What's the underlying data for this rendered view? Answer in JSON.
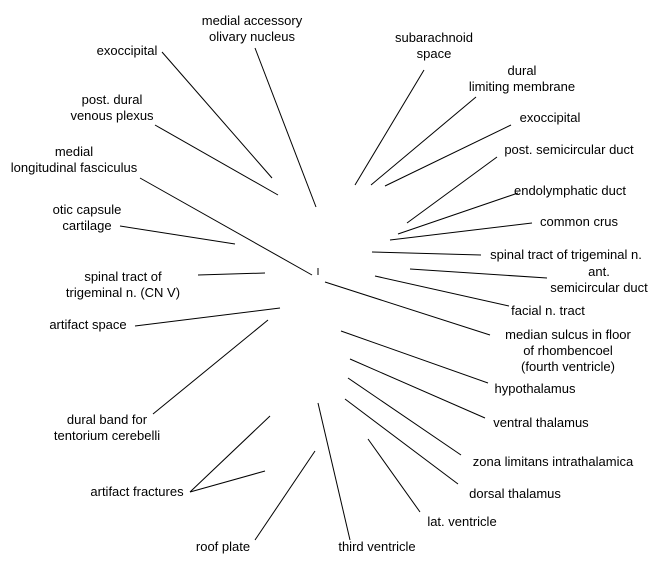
{
  "labels": {
    "medial_accessory_olivary_nucleus": [
      "medial accessory",
      "olivary nucleus"
    ],
    "exoccipital_left": [
      "exoccipital"
    ],
    "post_dural_venous_plexus": [
      "post. dural",
      "venous plexus"
    ],
    "medial_longitudinal_fasciculus": [
      "medial",
      "longitudinal fasciculus"
    ],
    "otic_capsule_cartilage": [
      "otic capsule",
      "cartilage"
    ],
    "spinal_tract_trigeminal_cn_v": [
      "spinal tract of",
      "trigeminal n. (CN V)"
    ],
    "artifact_space": [
      "artifact space"
    ],
    "dural_band_tentorium": [
      "dural band for",
      "tentorium cerebelli"
    ],
    "artifact_fractures": [
      "artifact fractures"
    ],
    "roof_plate": [
      "roof plate"
    ],
    "third_ventricle": [
      "third ventricle"
    ],
    "subarachnoid_space": [
      "subarachnoid",
      "space"
    ],
    "dural_limiting_membrane": [
      "dural",
      "limiting membrane"
    ],
    "exoccipital_right": [
      "exoccipital"
    ],
    "post_semicircular_duct": [
      "post. semicircular duct"
    ],
    "endolymphatic_duct": [
      "endolymphatic duct"
    ],
    "common_crus": [
      "common crus"
    ],
    "spinal_tract_trigeminal_right": [
      "spinal tract of trigeminal n."
    ],
    "ant_semicircular_duct": [
      "ant.",
      "semicircular duct"
    ],
    "facial_n_tract": [
      "facial n. tract"
    ],
    "median_sulcus": [
      "median sulcus in floor",
      "of rhombencoel",
      "(fourth ventricle)"
    ],
    "hypothalamus": [
      "hypothalamus"
    ],
    "ventral_thalamus": [
      "ventral thalamus"
    ],
    "zona_limitans": [
      "zona limitans intrathalamica"
    ],
    "dorsal_thalamus": [
      "dorsal thalamus"
    ],
    "lat_ventricle": [
      "lat. ventricle"
    ]
  }
}
